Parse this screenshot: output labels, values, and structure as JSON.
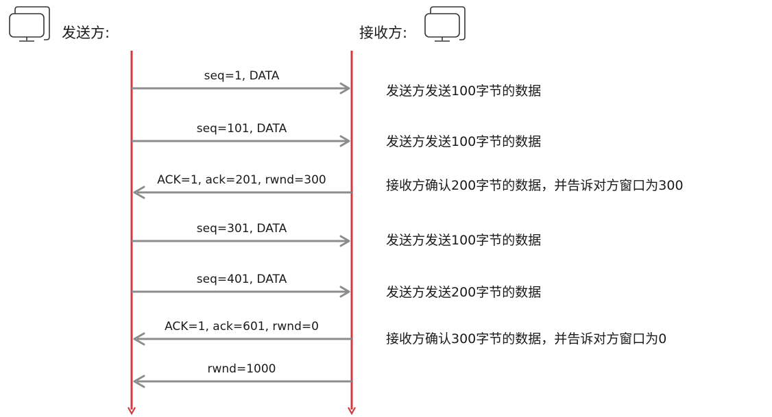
{
  "sender": {
    "label": "发送方:",
    "icon": "computer-monitor-icon"
  },
  "receiver": {
    "label": "接收方:",
    "icon": "computer-monitor-icon"
  },
  "colors": {
    "lifeline": "#d0393f",
    "arrow": "#8c8c8c",
    "text": "#1a1a1a"
  },
  "messages": [
    {
      "label": "seq=1, DATA",
      "direction": "to-receiver",
      "note": "发送方发送100字节的数据"
    },
    {
      "label": "seq=101, DATA",
      "direction": "to-receiver",
      "note": "发送方发送100字节的数据"
    },
    {
      "label": "ACK=1, ack=201, rwnd=300",
      "direction": "to-sender",
      "note": "接收方确认200字节的数据，并告诉对方窗口为300"
    },
    {
      "label": "seq=301, DATA",
      "direction": "to-receiver",
      "note": "发送方发送100字节的数据"
    },
    {
      "label": "seq=401, DATA",
      "direction": "to-receiver",
      "note": "发送方发送200字节的数据"
    },
    {
      "label": "ACK=1, ack=601, rwnd=0",
      "direction": "to-sender",
      "note": "接收方确认300字节的数据，并告诉对方窗口为0"
    },
    {
      "label": "rwnd=1000",
      "direction": "to-sender",
      "note": ""
    }
  ]
}
